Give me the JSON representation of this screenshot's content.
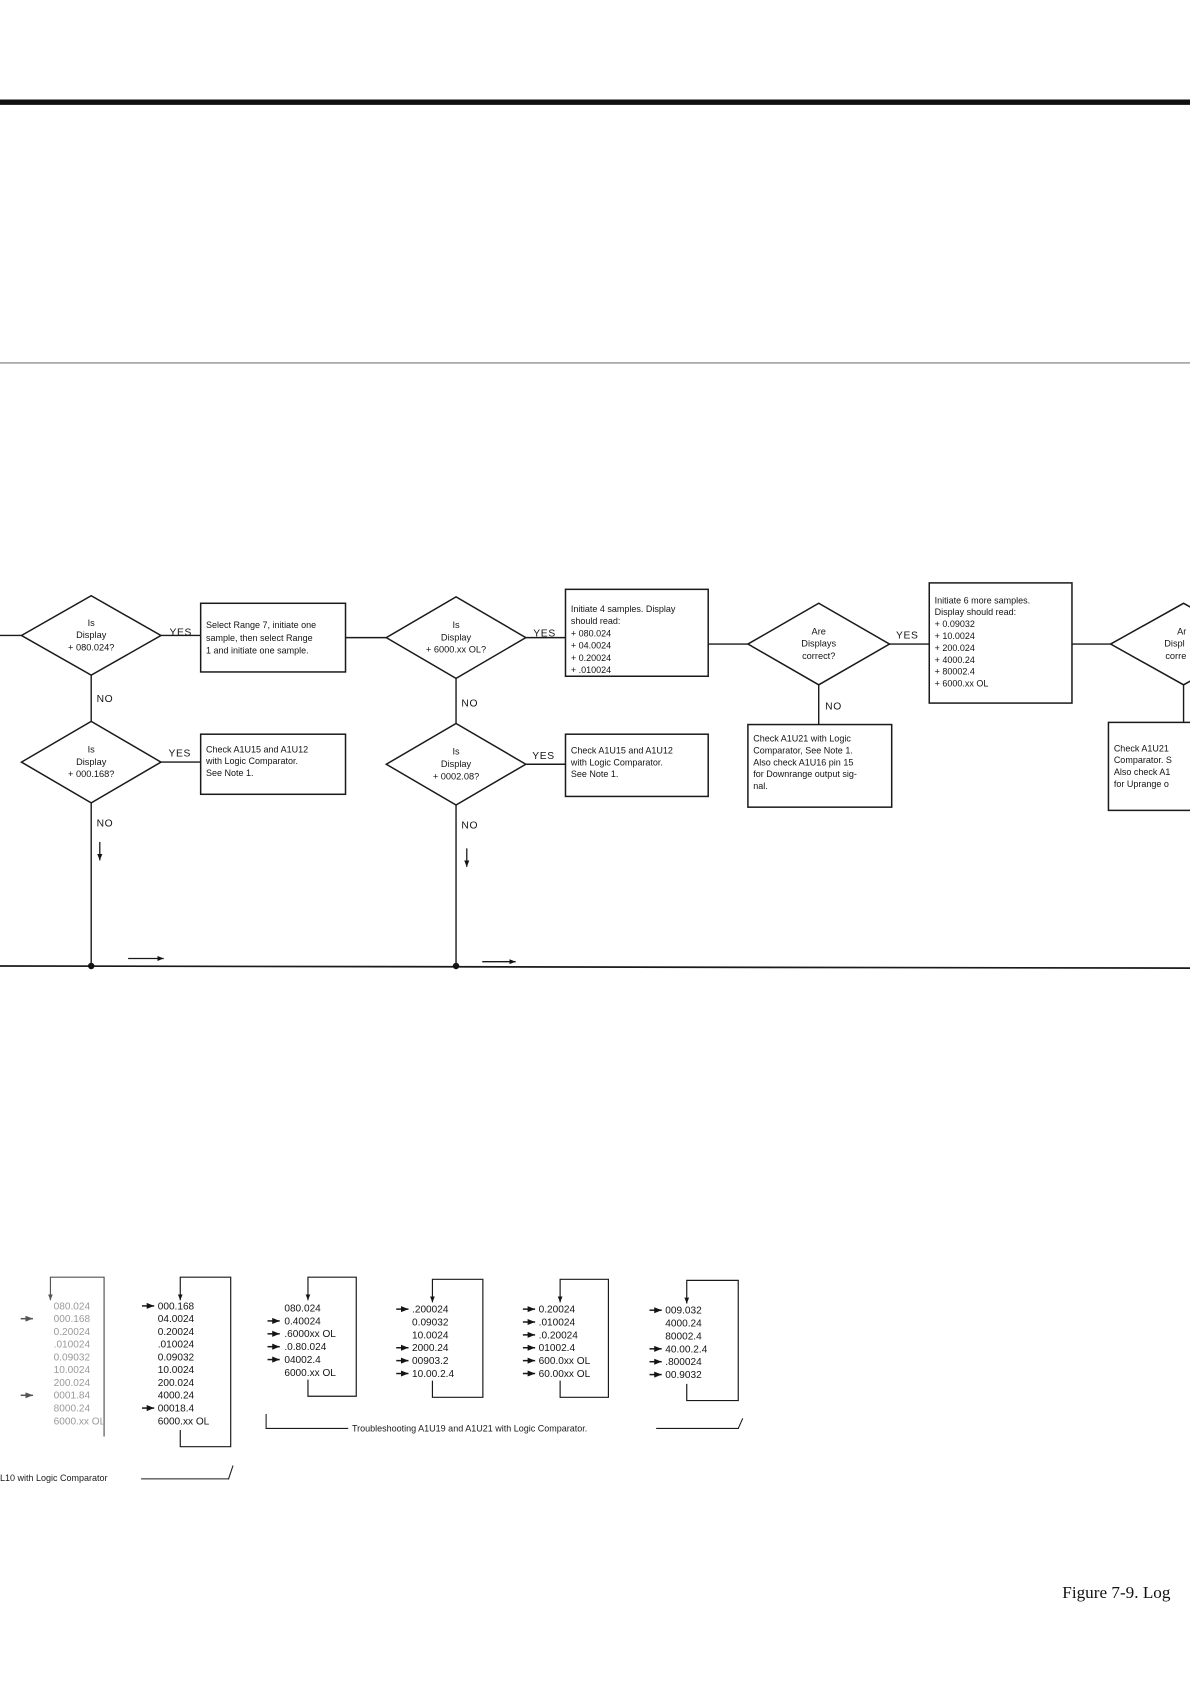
{
  "flowchart": {
    "branch_labels": {
      "yes": "YES",
      "no": "NO"
    },
    "decisions": [
      {
        "lines": [
          "Is",
          "Display",
          "+ 080.024?"
        ]
      },
      {
        "lines": [
          "Is",
          "Display",
          "+ 6000.xx OL?"
        ]
      },
      {
        "lines": [
          "Are",
          "Displays",
          "correct?"
        ]
      },
      {
        "lines": [
          "Ar",
          "Displ",
          "corre"
        ]
      },
      {
        "lines": [
          "Is",
          "Display",
          "+ 000.168?"
        ]
      },
      {
        "lines": [
          "Is",
          "Display",
          "+ 0002.08?"
        ]
      }
    ],
    "boxes": [
      {
        "lines": [
          "Select Range 7, initiate one",
          "sample, then select Range",
          "1 and initiate one sample."
        ]
      },
      {
        "lines": [
          "Initiate 4 samples. Display",
          "should read:",
          "+ 080.024",
          "+ 04.0024",
          "+ 0.20024",
          "+ .010024"
        ]
      },
      {
        "lines": [
          "Initiate 6 more samples.",
          "Display should read:",
          "+ 0.09032",
          "+ 10.0024",
          "+ 200.024",
          "+ 4000.24",
          "+ 80002.4",
          "+ 6000.xx OL"
        ]
      },
      {
        "lines": [
          "Check A1U21",
          "Comparator. S",
          "Also check A1",
          "for Uprange o"
        ]
      },
      {
        "lines": [
          "Check A1U15 and A1U12",
          "with Logic Comparator.",
          "See Note 1."
        ]
      },
      {
        "lines": [
          "Check A1U15 and A1U12",
          "with Logic Comparator.",
          "See Note 1."
        ]
      },
      {
        "lines": [
          "Check A1U21 with Logic",
          "Comparator, See Note 1.",
          "Also check A1U16 pin 15",
          "for Downrange output sig-",
          "nal."
        ]
      }
    ]
  },
  "sequences": [
    {
      "lines": [
        {
          "text": "080.024",
          "marked": false
        },
        {
          "text": "000.168",
          "marked": true
        },
        {
          "text": "0.20024",
          "marked": false
        },
        {
          "text": ".010024",
          "marked": false
        },
        {
          "text": "0.09032",
          "marked": false
        },
        {
          "text": "10.0024",
          "marked": false
        },
        {
          "text": "200.024",
          "marked": false
        },
        {
          "text": "0001.84",
          "marked": true
        },
        {
          "text": "8000.24",
          "marked": false
        },
        {
          "text": "6000.xx OL",
          "marked": false
        }
      ]
    },
    {
      "lines": [
        {
          "text": "000.168",
          "marked": true
        },
        {
          "text": "04.0024",
          "marked": false
        },
        {
          "text": "0.20024",
          "marked": false
        },
        {
          "text": ".010024",
          "marked": false
        },
        {
          "text": "0.09032",
          "marked": false
        },
        {
          "text": "10.0024",
          "marked": false
        },
        {
          "text": "200.024",
          "marked": false
        },
        {
          "text": "4000.24",
          "marked": false
        },
        {
          "text": "00018.4",
          "marked": true
        },
        {
          "text": "6000.xx OL",
          "marked": false
        }
      ]
    },
    {
      "lines": [
        {
          "text": "080.024",
          "marked": false
        },
        {
          "text": "0.40024",
          "marked": true
        },
        {
          "text": ".6000xx OL",
          "marked": true
        },
        {
          "text": ".0.80.024",
          "marked": true
        },
        {
          "text": "04002.4",
          "marked": true
        },
        {
          "text": "6000.xx OL",
          "marked": false
        }
      ]
    },
    {
      "lines": [
        {
          "text": ".200024",
          "marked": true
        },
        {
          "text": "0.09032",
          "marked": false
        },
        {
          "text": "10.0024",
          "marked": false
        },
        {
          "text": "2000.24",
          "marked": true
        },
        {
          "text": "00903.2",
          "marked": true
        },
        {
          "text": "10.00.2.4",
          "marked": true
        }
      ]
    },
    {
      "lines": [
        {
          "text": "0.20024",
          "marked": true
        },
        {
          "text": ".010024",
          "marked": true
        },
        {
          "text": ".0.20024",
          "marked": true
        },
        {
          "text": "01002.4",
          "marked": true
        },
        {
          "text": "600.0xx OL",
          "marked": true
        },
        {
          "text": "60.00xx OL",
          "marked": true
        }
      ]
    },
    {
      "lines": [
        {
          "text": "009.032",
          "marked": true
        },
        {
          "text": "4000.24",
          "marked": false
        },
        {
          "text": "80002.4",
          "marked": false
        },
        {
          "text": "40.00.2.4",
          "marked": true
        },
        {
          "text": ".800024",
          "marked": true
        },
        {
          "text": "00.9032",
          "marked": true
        }
      ]
    }
  ],
  "sequence_captions": [
    "L10 with Logic Comparator",
    "Troubleshooting A1U19 and A1U21 with Logic Comparator."
  ],
  "figure_caption": "Figure 7-9. Log"
}
